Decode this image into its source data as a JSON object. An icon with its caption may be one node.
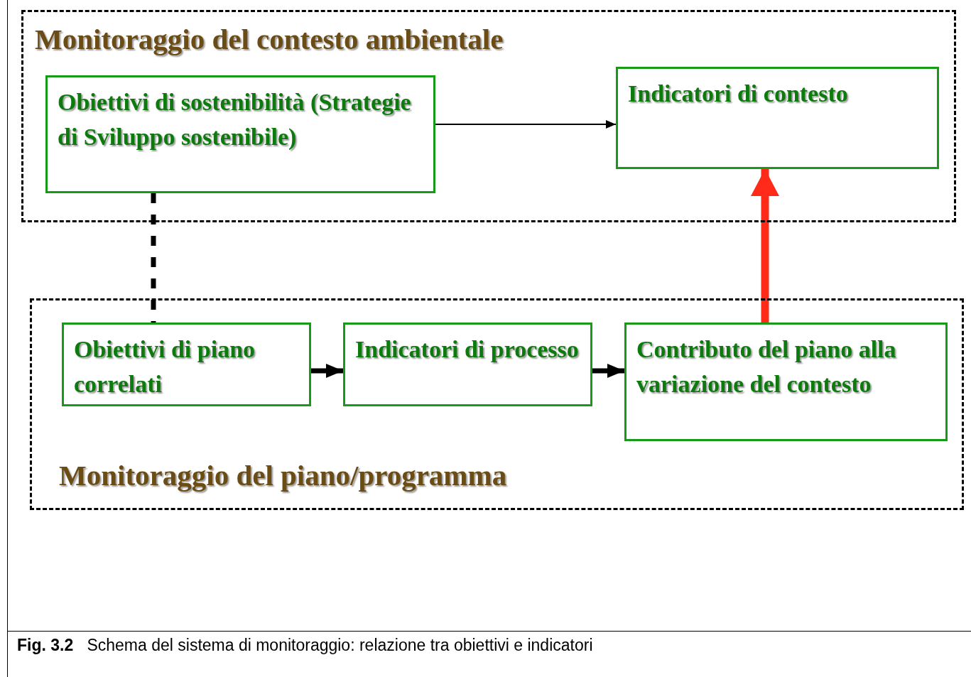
{
  "diagram": {
    "caption": "**Fig. 3.2**   Schema del sistema di monitoraggio: relazione tra obiettivi e indicatori",
    "nodes": [
      {
        "text": [
          "Monitoraggio del contesto ambientale"
        ]
      },
      {
        "text": [
          "Obiettivi di sostenibilità (Strategie di Sviluppo sostenibile)"
        ],
        "in": 0
      },
      {
        "text": [
          "Indicatori di contesto"
        ],
        "in": 0
      },
      {
        "text": [
          "Monitoraggio del piano/programma"
        ]
      },
      {
        "text": [
          "Obiettivi di piano correlati"
        ],
        "in": 3
      },
      {
        "text": [
          "Indicatori di processo"
        ],
        "in": 3
      },
      {
        "text": [
          "Contributo del piano alla variazione del contesto"
        ],
        "in": 3
      }
    ],
    "edges": [
      {
        "from": 1,
        "to": 2,
        "arrow": "to"
      },
      {
        "from": 1,
        "to": 4,
        "arrow": "none",
        "style": "dashed"
      },
      {
        "from": 4,
        "to": 5,
        "arrow": "to"
      },
      {
        "from": 5,
        "to": 6,
        "arrow": "to"
      },
      {
        "from": 6,
        "to": 2,
        "arrow": "to",
        "color": "#ff2a1a"
      }
    ]
  }
}
